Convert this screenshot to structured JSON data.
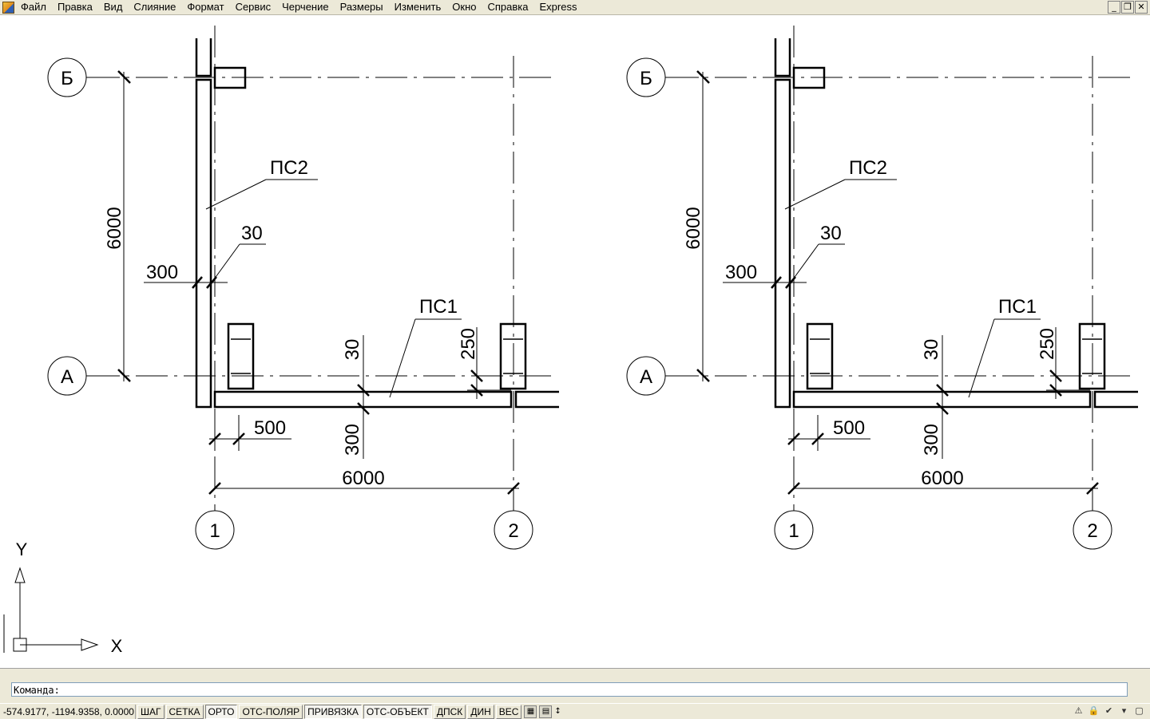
{
  "app": {
    "menu": [
      "Файл",
      "Правка",
      "Вид",
      "Слияние",
      "Формат",
      "Сервис",
      "Черчение",
      "Размеры",
      "Изменить",
      "Окно",
      "Справка",
      "Express"
    ]
  },
  "window_controls": {
    "minimize": "_",
    "restore": "❐",
    "close": "✕"
  },
  "drawing": {
    "grid_row_labels": {
      "top": "Б",
      "bottom": "А"
    },
    "grid_col_labels": {
      "left": "1",
      "right": "2"
    },
    "labels": {
      "wall_panel_vertical": "ПС2",
      "wall_panel_horizontal": "ПС1"
    },
    "dimensions": {
      "axis_spacing_vertical": "6000",
      "axis_spacing_horizontal": "6000",
      "wall_offset_left": "300",
      "wall_gap_vertical": "30",
      "column_offset": "500",
      "panel_gap_horizontal": "30",
      "panel_thickness": "300",
      "column_offset_right": "250"
    }
  },
  "ucs": {
    "x_label": "X",
    "y_label": "Y"
  },
  "command": {
    "prompt": "Команда:"
  },
  "status": {
    "coordinates": "-574.9177, -1194.9358, 0.0000",
    "toggles": [
      {
        "label": "ШАГ",
        "on": false
      },
      {
        "label": "СЕТКА",
        "on": false
      },
      {
        "label": "ОРТО",
        "on": true
      },
      {
        "label": "ОТС-ПОЛЯР",
        "on": false
      },
      {
        "label": "ПРИВЯЗКА",
        "on": true
      },
      {
        "label": "ОТС-ОБЪЕКТ",
        "on": true
      },
      {
        "label": "ДПСК",
        "on": false
      },
      {
        "label": "ДИН",
        "on": false
      },
      {
        "label": "ВЕС",
        "on": false
      }
    ]
  },
  "colors": {
    "chrome": "#ece9d8",
    "canvas": "#ffffff",
    "ink": "#000000"
  }
}
